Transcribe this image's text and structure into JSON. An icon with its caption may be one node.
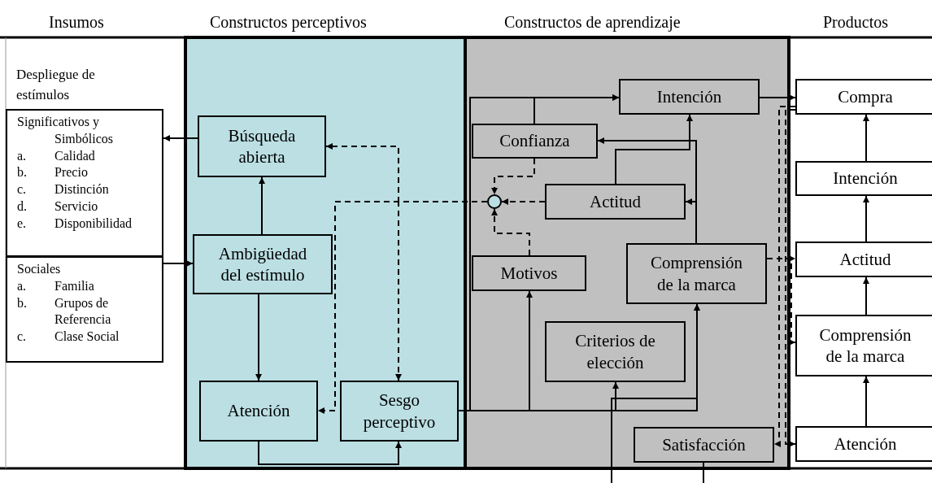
{
  "diagram": {
    "nodes": [
      {
        "text": [
          "Significativos y Simbólicos",
          "a. Calidad",
          "b. Precio",
          "c. Distinción",
          "d. Servicio",
          "e. Disponibilidad"
        ]
      },
      {
        "text": [
          "Sociales",
          "a. Familia",
          "b. Grupos de Referencia",
          "c. Clase Social"
        ]
      },
      {
        "text": [
          "Búsqueda abierta"
        ]
      },
      {
        "text": [
          "Ambigüedad del estímulo"
        ]
      },
      {
        "text": [
          "Atención"
        ]
      },
      {
        "text": [
          "Sesgo perceptivo"
        ]
      },
      {
        "text": [
          "Intención"
        ]
      },
      {
        "text": [
          "Confianza"
        ]
      },
      {
        "text": [
          "Actitud"
        ]
      },
      {
        "text": [],
        "shape": "circle"
      },
      {
        "text": [
          "Motivos"
        ]
      },
      {
        "text": [
          "Comprensión de la marca"
        ]
      },
      {
        "text": [
          "Criterios de elección"
        ]
      },
      {
        "text": [
          "Satisfacción"
        ]
      },
      {
        "text": [
          "Compra"
        ]
      },
      {
        "text": [
          "Intención"
        ]
      },
      {
        "text": [
          "Actitud"
        ]
      },
      {
        "text": [
          "Comprensión de la marca"
        ]
      },
      {
        "text": [
          "Atención"
        ]
      }
    ],
    "edges": [
      {
        "from": 2,
        "to": 0,
        "arrow": "to"
      },
      {
        "from": 1,
        "to": 3,
        "arrow": "to"
      },
      {
        "from": 3,
        "to": 2,
        "arrow": "to"
      },
      {
        "from": 3,
        "to": 4,
        "arrow": "to"
      },
      {
        "from": 4,
        "to": 5,
        "arrow": "to"
      },
      {
        "from": 9,
        "to": 2,
        "arrow": "to",
        "style": "dashed"
      },
      {
        "from": 9,
        "to": 5,
        "arrow": "to",
        "style": "dashed"
      },
      {
        "from": 9,
        "to": 4,
        "arrow": "to",
        "style": "dashed"
      },
      {
        "from": 7,
        "to": 9,
        "arrow": "to",
        "style": "dashed"
      },
      {
        "from": 10,
        "to": 9,
        "arrow": "to",
        "style": "dashed"
      },
      {
        "from": 8,
        "to": 9,
        "arrow": "to",
        "style": "dashed"
      },
      {
        "from": 5,
        "to": 10,
        "arrow": "to"
      },
      {
        "from": 5,
        "to": 12,
        "arrow": "to"
      },
      {
        "from": 5,
        "to": 11,
        "arrow": "to"
      },
      {
        "from": 5,
        "to": 6,
        "arrow": "to"
      },
      {
        "from": 7,
        "to": 6,
        "arrow": "to"
      },
      {
        "from": 11,
        "to": 7,
        "arrow": "to"
      },
      {
        "from": 11,
        "to": 8,
        "arrow": "to"
      },
      {
        "from": 8,
        "to": 6,
        "arrow": "to"
      },
      {
        "from": 6,
        "to": 14,
        "arrow": "to"
      },
      {
        "from": null,
        "to": 11,
        "arrow": "to"
      },
      {
        "from": 13,
        "to": null,
        "arrow": "none"
      },
      {
        "from": 18,
        "to": 17,
        "arrow": "to"
      },
      {
        "from": 17,
        "to": 16,
        "arrow": "to"
      },
      {
        "from": 16,
        "to": 15,
        "arrow": "to"
      },
      {
        "from": 15,
        "to": 14,
        "arrow": "to"
      },
      {
        "from": 14,
        "to": 13,
        "arrow": "to",
        "style": "dashed"
      },
      {
        "from": 14,
        "to": 18,
        "arrow": "to",
        "style": "dashed"
      },
      {
        "from": 11,
        "to": 16,
        "arrow": "to",
        "style": "dashed"
      },
      {
        "from": 11,
        "to": 17,
        "arrow": "to",
        "style": "dashed"
      }
    ],
    "labels": [
      "Insumos",
      "Constructos perceptivos",
      "Constructos de aprendizaje",
      "Productos",
      "Despliegue de estímulos"
    ]
  }
}
